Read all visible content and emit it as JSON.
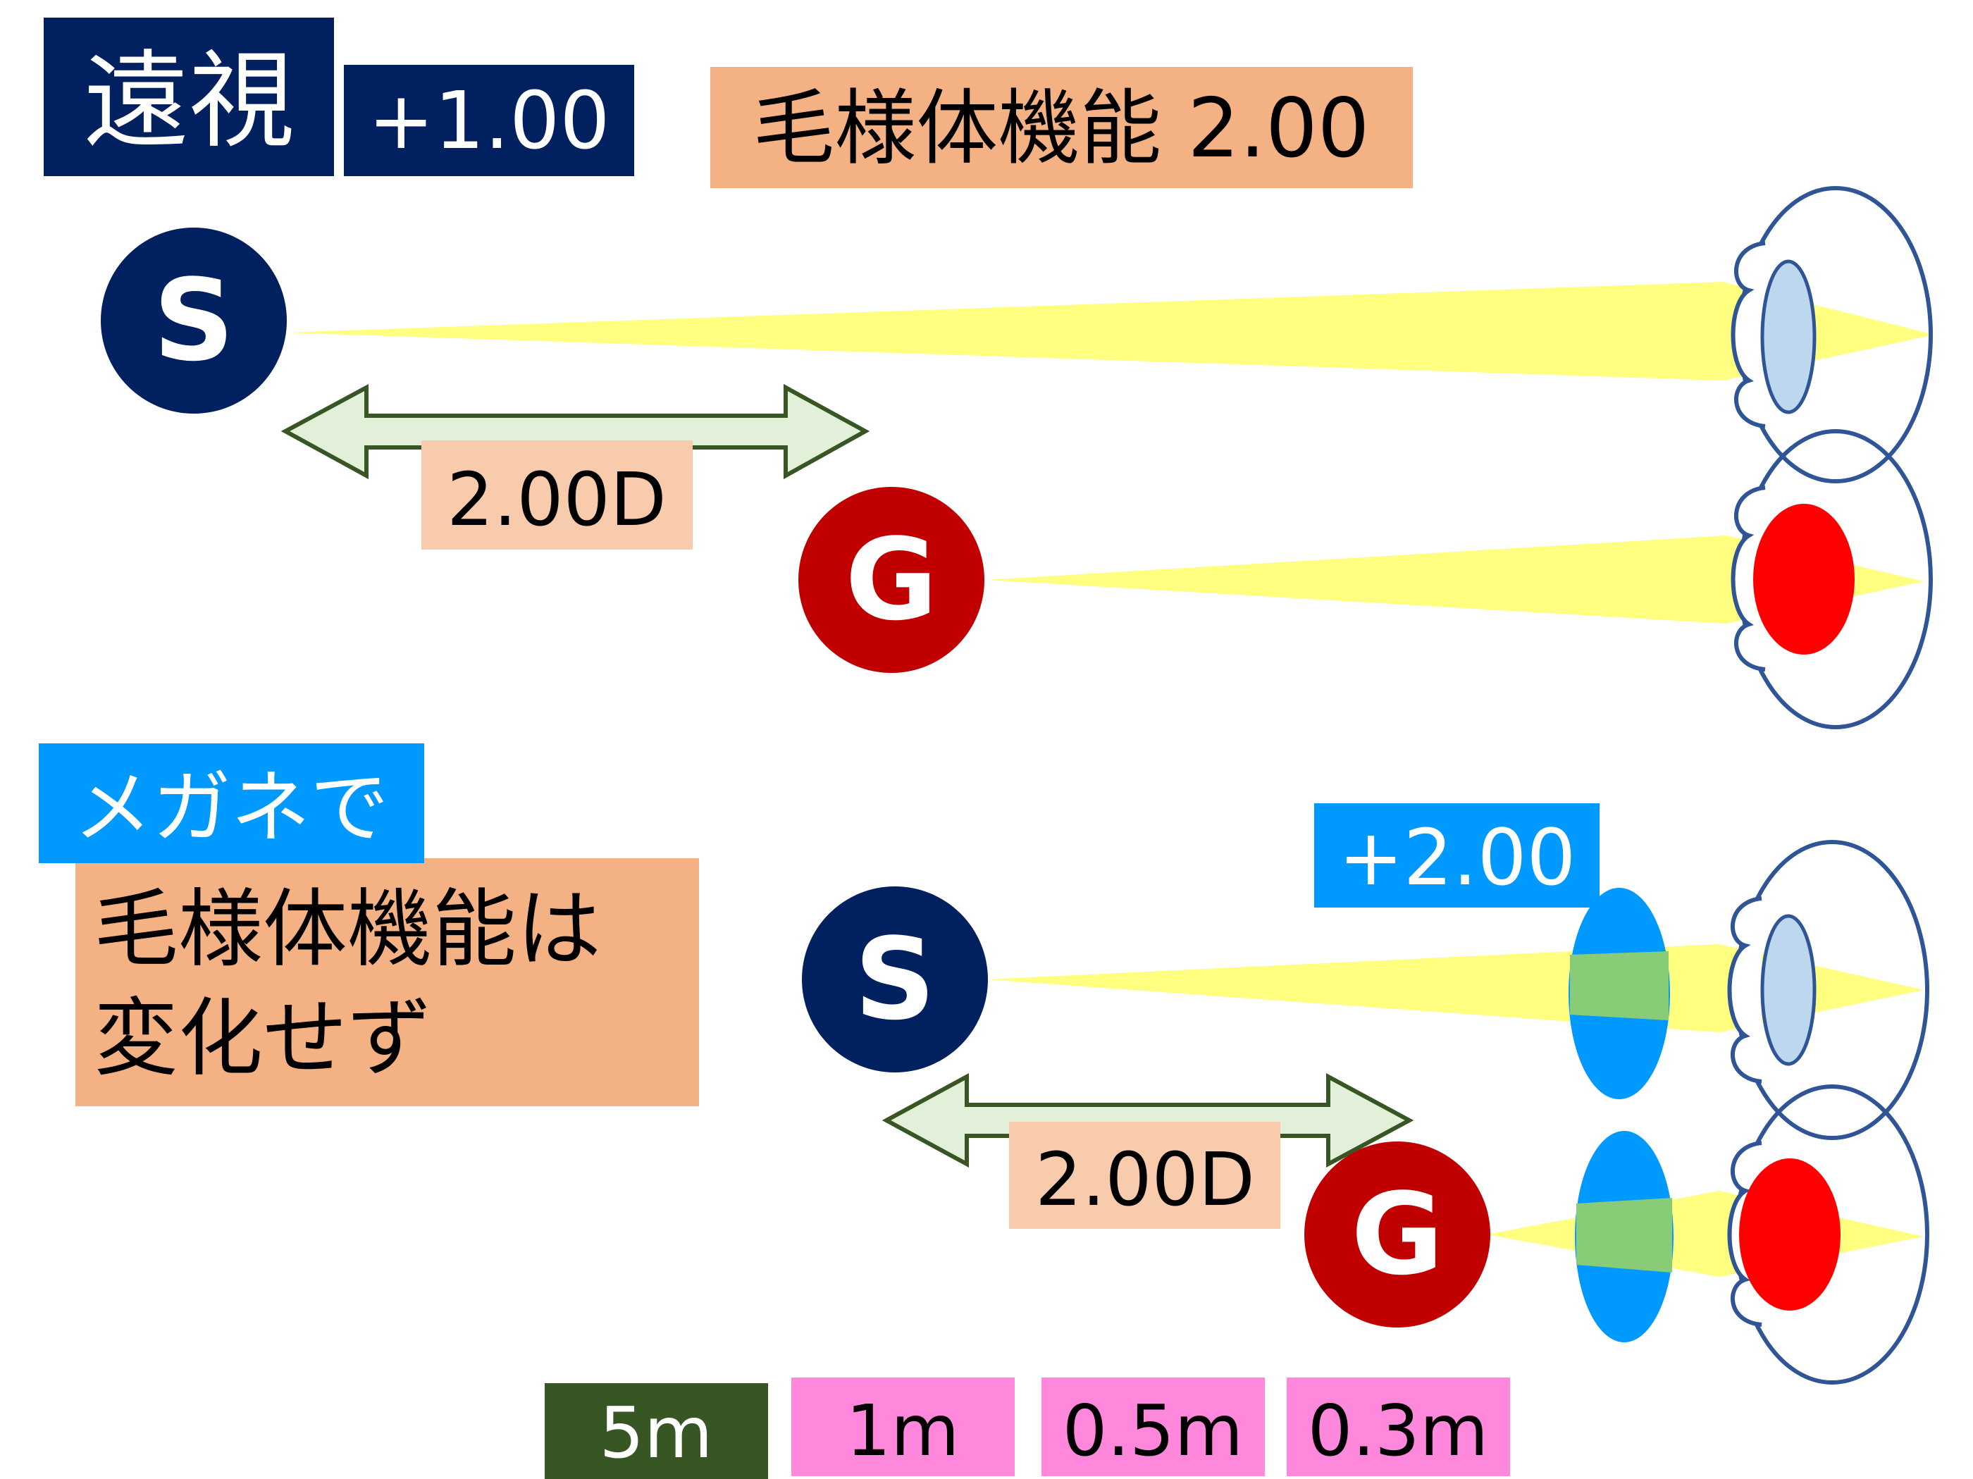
{
  "header": {
    "title": "遠視",
    "hyperopia_value": "+1.00",
    "accommodation_label": "毛様体機能 2.00"
  },
  "top": {
    "far_point_letter": "S",
    "near_point_letter": "G",
    "range_label": "2.00D"
  },
  "bottom": {
    "glasses_label": "メガネで",
    "note_line1": "毛様体機能は",
    "note_line2": "変化せず",
    "lens_power": "+2.00",
    "far_point_letter": "S",
    "near_point_letter": "G",
    "range_label": "2.00D"
  },
  "distances": [
    "5m",
    "1m",
    "0.5m",
    "0.3m"
  ],
  "colors": {
    "navy": "#002060",
    "dark_red": "#c00000",
    "salmon": "#f4b183",
    "light_salmon": "#f8cbad",
    "sky_blue": "#0099ff",
    "light_blue": "#bdd7ee",
    "red": "#ff0000",
    "yellow": "#ffff66",
    "olive": "#375623",
    "pink": "#ff88dd",
    "arrow_fill": "#e2efd9",
    "arrow_stroke": "#375623",
    "eye_stroke": "#2f5597"
  }
}
